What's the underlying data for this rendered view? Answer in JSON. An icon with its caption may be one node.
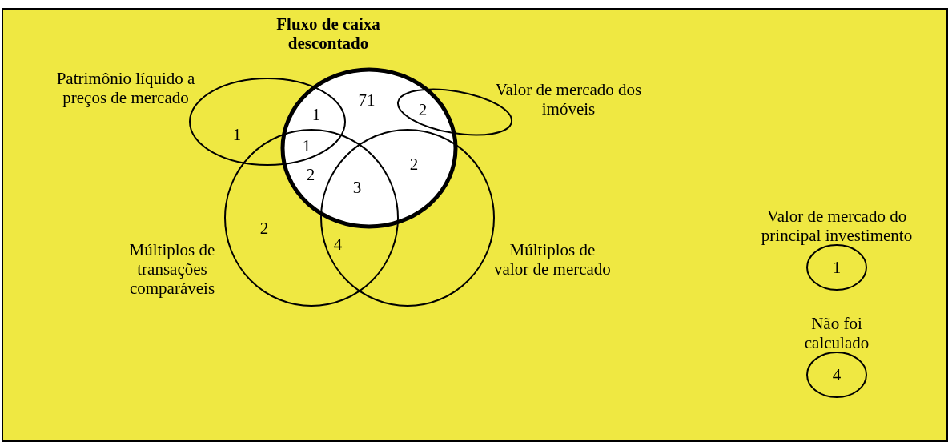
{
  "diagram": {
    "nodes": [
      {
        "text": [
          "Fluxo de caixa descontado"
        ]
      },
      {
        "text": [
          "Patrimônio líquido a preços de mercado"
        ]
      },
      {
        "text": [
          "Valor de mercado dos imóveis"
        ]
      },
      {
        "text": [
          "Múltiplos de transações comparáveis"
        ]
      },
      {
        "text": [
          "Múltiplos de valor de mercado"
        ]
      },
      {
        "text": [
          "Valor de mercado do principal investimento",
          "1"
        ]
      },
      {
        "text": [
          "Não foi calculado",
          "4"
        ]
      }
    ],
    "edges": [],
    "labels": [
      "1",
      "1",
      "71",
      "2",
      "1",
      "2",
      "3",
      "2",
      "2",
      "4"
    ]
  }
}
